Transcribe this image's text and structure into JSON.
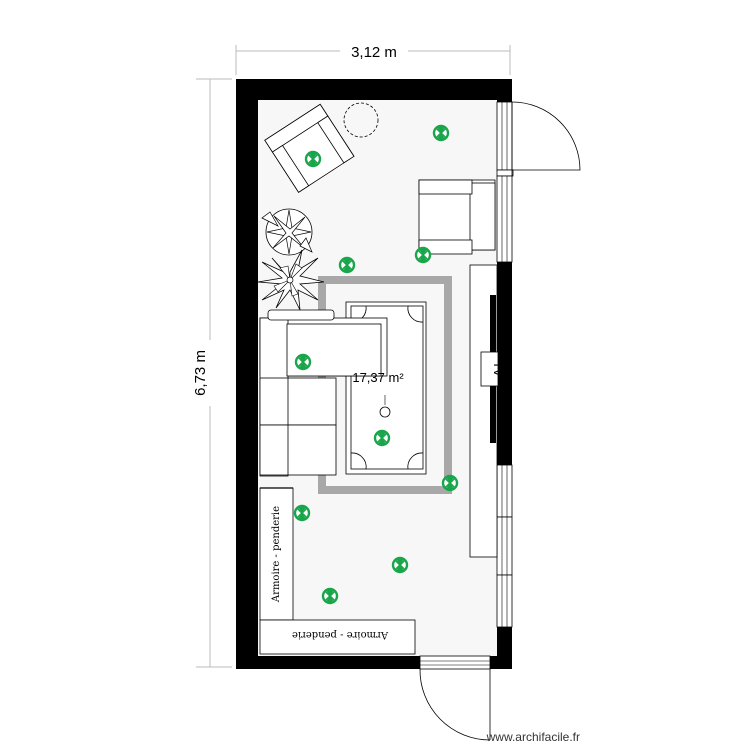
{
  "dimensions": {
    "width": "3,12 m",
    "height": "6,73 m"
  },
  "room": {
    "area": "17,37 m²"
  },
  "labels": {
    "tv": "TV",
    "wardrobe_vertical": "Armoire - penderie",
    "wardrobe_horizontal": "Armoire - penderie"
  },
  "watermark": {
    "text": "www.archifacile.fr"
  },
  "colors": {
    "wall": "#000000",
    "floor": "#f7f7f7",
    "rug": "#a8a8a8",
    "light_fixture": "#19a64a"
  },
  "icons": {
    "light_fixture": "ceiling-light-icon",
    "plant": "plant-icon",
    "armchair": "armchair-icon",
    "sofa": "sofa-icon",
    "door": "door-swing-icon",
    "window": "window-icon"
  }
}
